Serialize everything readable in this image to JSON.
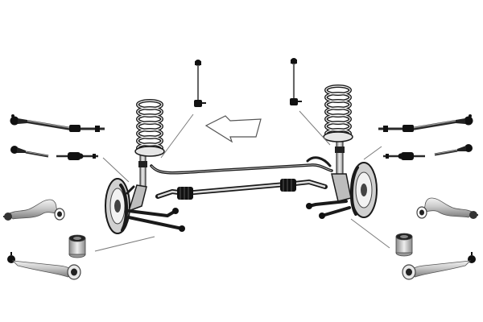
{
  "diagram": {
    "background": "#ffffff",
    "colors": {
      "metal_light": "#d9d9d9",
      "metal_mid": "#a6a6a6",
      "metal_dark": "#5e5e5e",
      "rubber": "#111111",
      "outline": "#1a1a1a",
      "leader_line": "#7a7a7a",
      "arrow_fill": "#ffffff"
    },
    "icons": [
      "suspension-assembly",
      "coil-spring",
      "stabilizer-link",
      "tie-rod",
      "tie-rod-end",
      "inner-tie-rod",
      "control-arm",
      "bushing",
      "direction-arrow"
    ]
  }
}
